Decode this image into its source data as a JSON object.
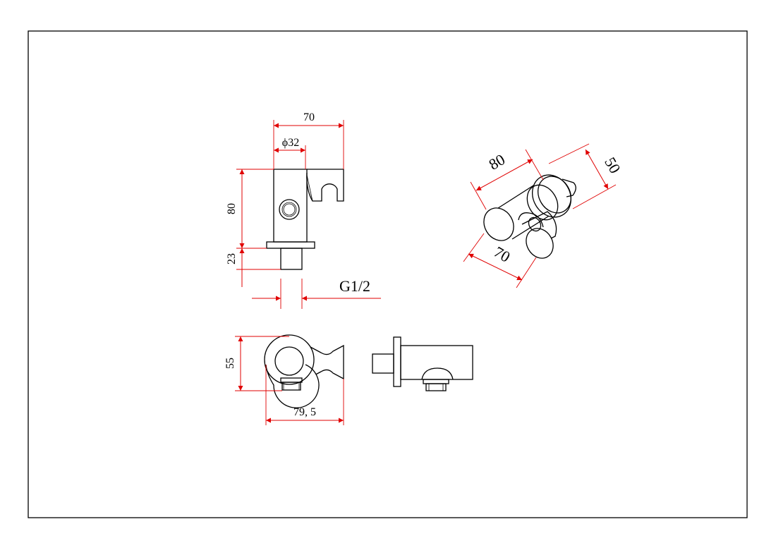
{
  "dimensions": {
    "front_width": "70",
    "front_diameter": "ϕ32",
    "front_height": "80",
    "front_base": "23",
    "thread": "G1/2",
    "top_depth": "55",
    "top_width": "79, 5",
    "iso_length": "80",
    "iso_depth": "50",
    "iso_width": "70"
  },
  "colors": {
    "dimension_line": "#e00000",
    "outline": "#000000"
  }
}
